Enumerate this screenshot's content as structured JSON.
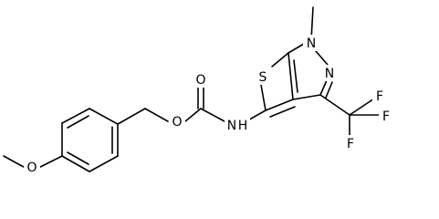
{
  "molecule": {
    "atoms": {
      "methoxy_o": "O",
      "ester_o": "O",
      "carbonyl_o": "O",
      "amide_n": "N",
      "amide_h": "H",
      "thiophene_s": "S",
      "pyrazole_n1": "N",
      "pyrazole_n2": "N",
      "fluorine_1": "F",
      "fluorine_2": "F",
      "fluorine_3": "F"
    }
  },
  "colors": {
    "bond": "#000000",
    "label": "#000000",
    "background": "#ffffff"
  }
}
